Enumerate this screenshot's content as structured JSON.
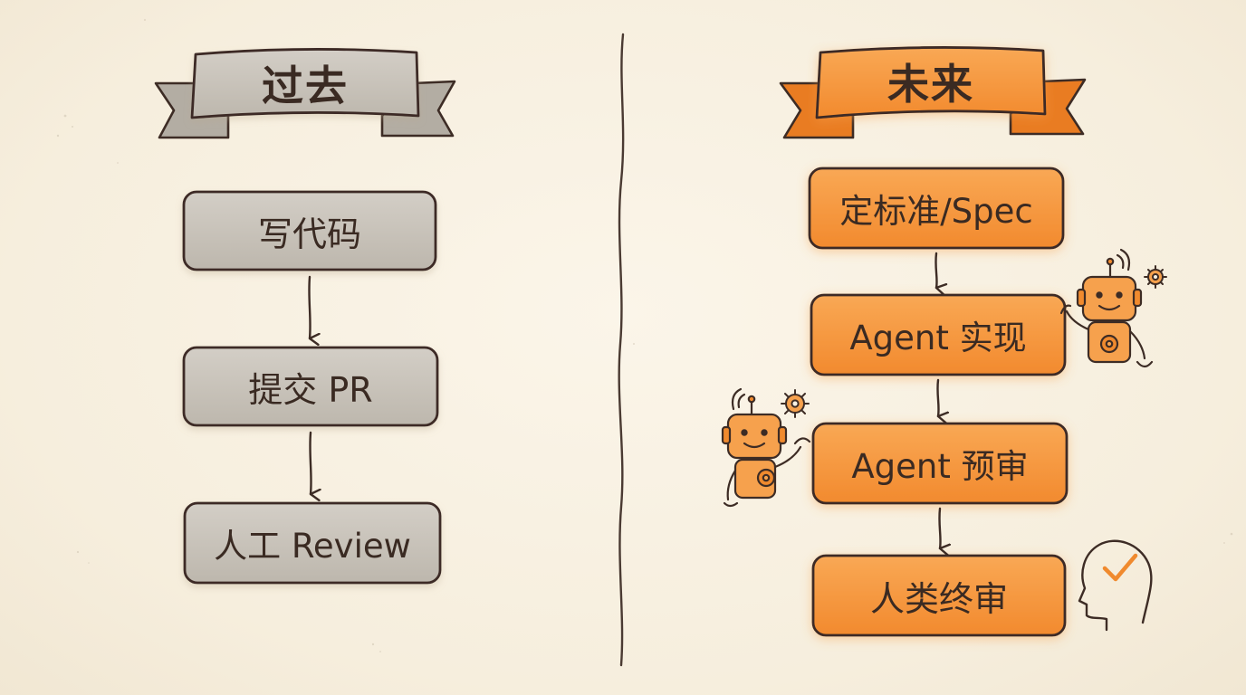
{
  "diagram": {
    "left_column": {
      "heading": "过去",
      "steps": [
        "写代码",
        "提交 PR",
        "人工 Review"
      ]
    },
    "right_column": {
      "heading": "未来",
      "steps": [
        "定标准/Spec",
        "Agent 实现",
        "Agent 预审",
        "人类终审"
      ]
    },
    "colors": {
      "past_fill": "#c9c4bb",
      "future_fill": "#f5963c",
      "outline": "#3d2c25",
      "background": "#f8f1e3"
    },
    "icons": [
      "robot-icon",
      "gear-icon",
      "human-head-check-icon"
    ]
  }
}
